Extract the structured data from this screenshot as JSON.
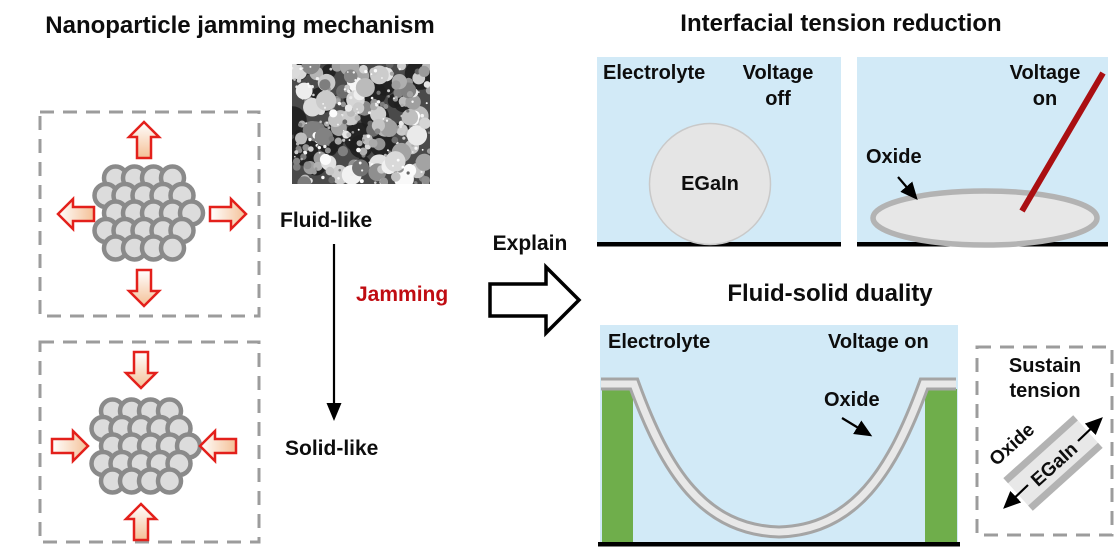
{
  "figure": {
    "left_section": {
      "title": "Nanoparticle jamming mechanism",
      "fluid_label": "Fluid-like",
      "jamming_label": "Jamming",
      "solid_label": "Solid-like"
    },
    "connector": {
      "explain_label": "Explain"
    },
    "tension_panel": {
      "title": "Interfacial tension reduction",
      "electrolyte_label": "Electrolyte",
      "voltage_word": "Voltage",
      "off_state": "off",
      "on_state": "on",
      "egain_label": "EGaIn",
      "oxide_label": "Oxide"
    },
    "duality_panel": {
      "title": "Fluid-solid duality",
      "electrolyte_label": "Electrolyte",
      "voltage_on_label": "Voltage on",
      "oxide_label": "Oxide",
      "inset": {
        "sustain_word": "Sustain",
        "tension_word": "tension",
        "oxide_label": "Oxide",
        "egain_label": "EGaIn"
      }
    },
    "colors": {
      "electrolyte_blue": "#d2eaf7",
      "substrate_green": "#6fae4b",
      "arrow_red": "#e3201b",
      "arrow_fill_start": "#ffffff",
      "arrow_fill_end": "#f4c096",
      "jamming_red": "#c00c12",
      "electrode_red": "#aa0f12",
      "particle_fill": "#dcdcdc",
      "particle_stroke": "#8a8a8a",
      "membrane_light": "#e8e8e8",
      "membrane_dark": "#a5a5a5",
      "dash_gray": "#9c9c9c",
      "droplet_fill": "#e7e7e7",
      "droplet_stroke": "#b3b3b3",
      "egain_fill": "#e5e5e5",
      "egain_stroke": "#c9c9c9"
    }
  }
}
